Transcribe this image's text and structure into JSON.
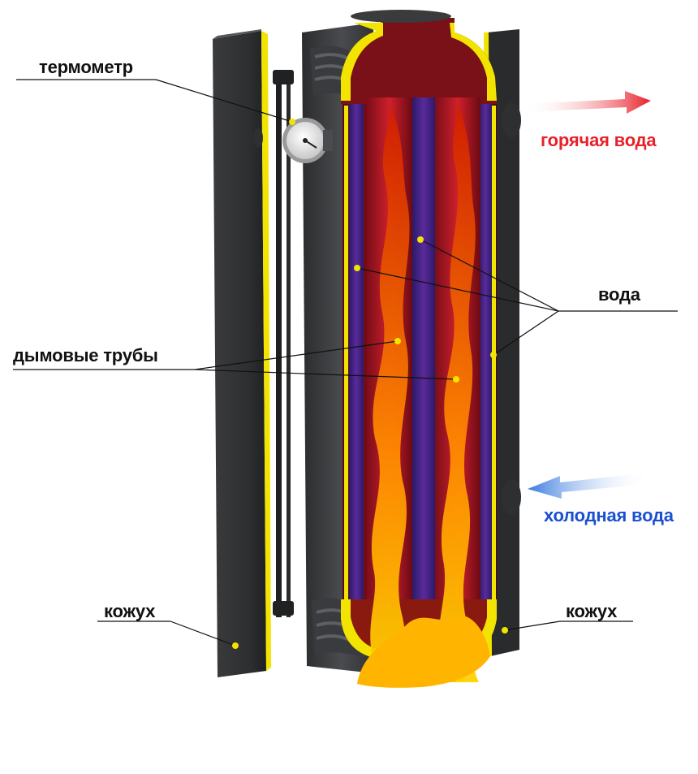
{
  "labels": {
    "thermometer": "термометр",
    "hot_water": "горячая вода",
    "water": "вода",
    "smoke_tubes": "дымовые трубы",
    "cold_water": "холодная вода",
    "casing_left": "кожух",
    "casing_right": "кожух"
  },
  "colors": {
    "hot_water": "#e8202a",
    "cold_water": "#1a4fd0",
    "steel": "#3a3b3d",
    "cutaway_edge": "#f2e400",
    "fire": "#ff8a00",
    "water_cavity": "#5a1a7a"
  }
}
